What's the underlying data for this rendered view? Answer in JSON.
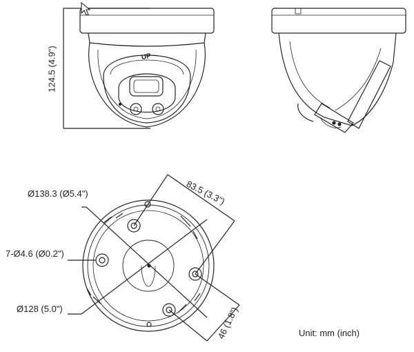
{
  "dimensions": {
    "height": "124.5 (4.9\")",
    "mount_spacing": "83.5 (3.3\")",
    "mount_offset": "46 (1.8\")",
    "outer_diameter": "Ø138.3 (Ø5.4\")",
    "hole_spec": "7-Ø4.6 (Ø0.2\")",
    "base_diameter": "Ø128 (5.0\")"
  },
  "markings": {
    "up": "UP"
  },
  "unit_note": "Unit: mm (inch)"
}
